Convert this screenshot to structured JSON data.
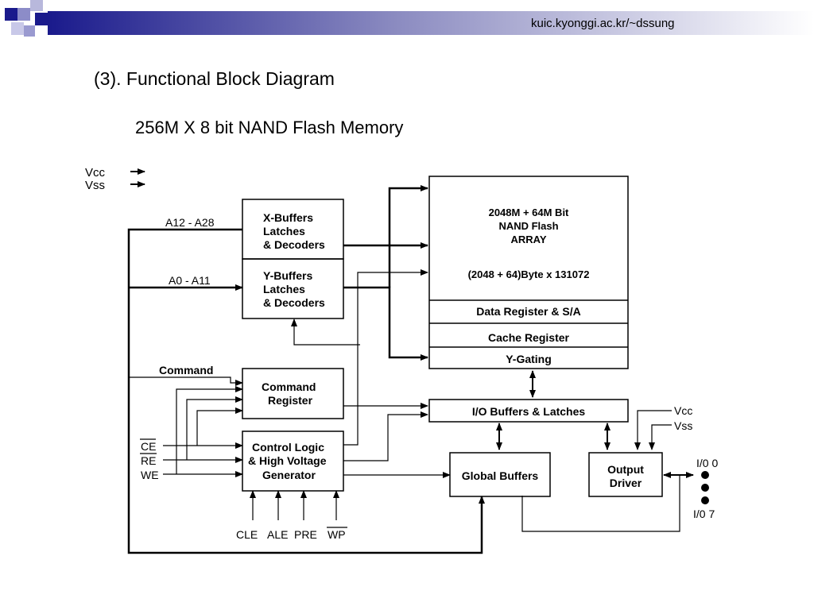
{
  "header": {
    "url": "kuic.kyonggi.ac.kr/~dssung",
    "brand_blue": "#1a1a8c"
  },
  "slide": {
    "section_title": "(3). Functional Block Diagram",
    "subtitle": "256M X 8 bit NAND Flash Memory"
  },
  "diagram": {
    "power": {
      "vcc": "Vcc",
      "vss": "Vss"
    },
    "buses": {
      "a_high": "A12 - A28",
      "a_low": "A0 - A11",
      "command": "Command"
    },
    "blocks": {
      "xbuf": [
        "X-Buffers",
        "Latches",
        "& Decoders"
      ],
      "ybuf": [
        "Y-Buffers",
        "Latches",
        "& Decoders"
      ],
      "cmdreg": [
        "Command",
        "Register"
      ],
      "ctrl": [
        "Control Logic",
        "& High Voltage",
        "Generator"
      ],
      "array": [
        "2048M + 64M Bit",
        "NAND Flash",
        "ARRAY",
        "(2048 + 64)Byte x 131072"
      ],
      "datareg": "Data Register & S/A",
      "cachereg": "Cache Register",
      "ygating": "Y-Gating",
      "iobuf": "I/O Buffers & Latches",
      "global": "Global Buffers",
      "outdrv": [
        "Output",
        "Driver"
      ]
    },
    "signals": {
      "ce": "CE",
      "re": "RE",
      "we": "WE",
      "cle": "CLE",
      "ale": "ALE",
      "pre": "PRE",
      "wp": "WP",
      "out_vcc": "Vcc",
      "out_vss": "Vss",
      "io0": "I/0 0",
      "io7": "I/0 7"
    }
  }
}
